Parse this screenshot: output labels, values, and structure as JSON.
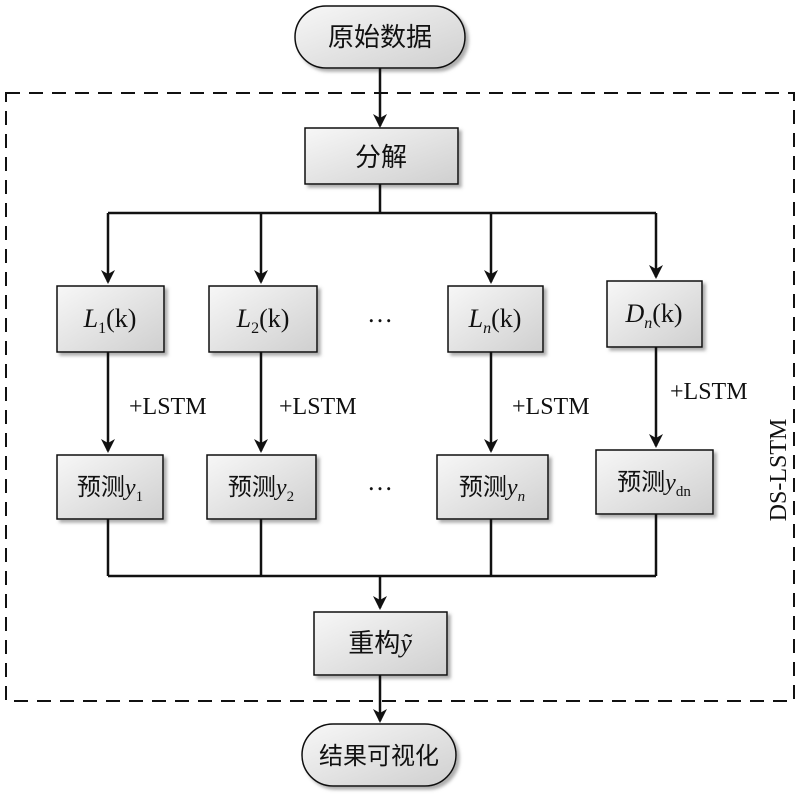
{
  "diagram": {
    "start_node": "原始数据",
    "decompose": "分解",
    "components": [
      {
        "prefix": "",
        "main": "L",
        "sub": "1",
        "suffix": "(k)"
      },
      {
        "prefix": "",
        "main": "L",
        "sub": "2",
        "suffix": "(k)"
      },
      {
        "prefix": "",
        "main": "L",
        "sub": "n",
        "suffix": "(k)"
      },
      {
        "prefix": "",
        "main": "D",
        "sub": "n",
        "suffix": "(k)"
      }
    ],
    "ellipsis": "…",
    "lstm_label": "+LSTM",
    "predictions": [
      {
        "prefix": "预测",
        "var": "y",
        "sub": "1"
      },
      {
        "prefix": "预测",
        "var": "y",
        "sub": "2"
      },
      {
        "prefix": "预测",
        "var": "y",
        "sub": "n"
      },
      {
        "prefix": "预测",
        "var": "y",
        "sub": "dn"
      }
    ],
    "reconstruct": {
      "prefix": "重构",
      "var": "ỹ"
    },
    "end_node": "结果可视化",
    "frame_label": "DS-LSTM"
  },
  "colors": {
    "box_fill_top": "#f2f2f2",
    "box_fill_bottom": "#cfcfcf",
    "stroke": "#111111"
  }
}
